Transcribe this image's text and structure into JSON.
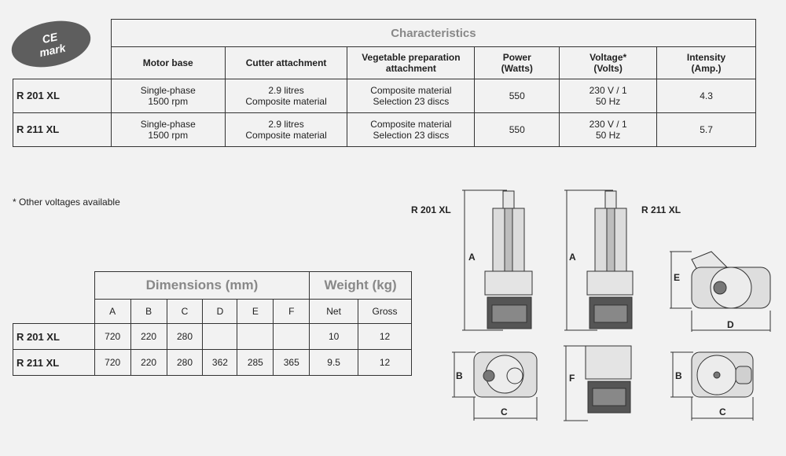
{
  "badge": {
    "line1": "CE",
    "line2": "mark"
  },
  "spec_table": {
    "title": "Characteristics",
    "headers": {
      "motor": "Motor base",
      "cutter": "Cutter attachment",
      "veg_l1": "Vegetable preparation",
      "veg_l2": "attachment",
      "power_l1": "Power",
      "power_l2": "(Watts)",
      "volt_l1": "Voltage*",
      "volt_l2": "(Volts)",
      "int_l1": "Intensity",
      "int_l2": "(Amp.)"
    },
    "rows": [
      {
        "model": "R 201 XL",
        "motor_l1": "Single-phase",
        "motor_l2": "1500 rpm",
        "cutter_l1": "2.9 litres",
        "cutter_l2": "Composite material",
        "veg_l1": "Composite material",
        "veg_l2": "Selection 23 discs",
        "power": "550",
        "volt_l1": "230 V / 1",
        "volt_l2": "50 Hz",
        "intensity": "4.3"
      },
      {
        "model": "R 211 XL",
        "motor_l1": "Single-phase",
        "motor_l2": "1500 rpm",
        "cutter_l1": "2.9 litres",
        "cutter_l2": "Composite material",
        "veg_l1": "Composite material",
        "veg_l2": "Selection 23 discs",
        "power": "550",
        "volt_l1": "230 V / 1",
        "volt_l2": "50 Hz",
        "intensity": "5.7"
      }
    ]
  },
  "note": "* Other voltages available",
  "dims_table": {
    "dimensions_title": "Dimensions (mm)",
    "weight_title": "Weight (kg)",
    "letters": [
      "A",
      "B",
      "C",
      "D",
      "E",
      "F"
    ],
    "weight_cols": [
      "Net",
      "Gross"
    ],
    "rows": [
      {
        "model": "R 201 XL",
        "values": [
          "720",
          "220",
          "280",
          "",
          "",
          ""
        ],
        "net": "10",
        "gross": "12"
      },
      {
        "model": "R 211 XL",
        "values": [
          "720",
          "220",
          "280",
          "362",
          "285",
          "365"
        ],
        "net": "9.5",
        "gross": "12"
      }
    ]
  },
  "drawings": {
    "label_r201": "R 201 XL",
    "label_r211": "R 211 XL",
    "dim_letters": {
      "a": "A",
      "b": "B",
      "c": "C",
      "d": "D",
      "e": "E",
      "f": "F"
    }
  }
}
